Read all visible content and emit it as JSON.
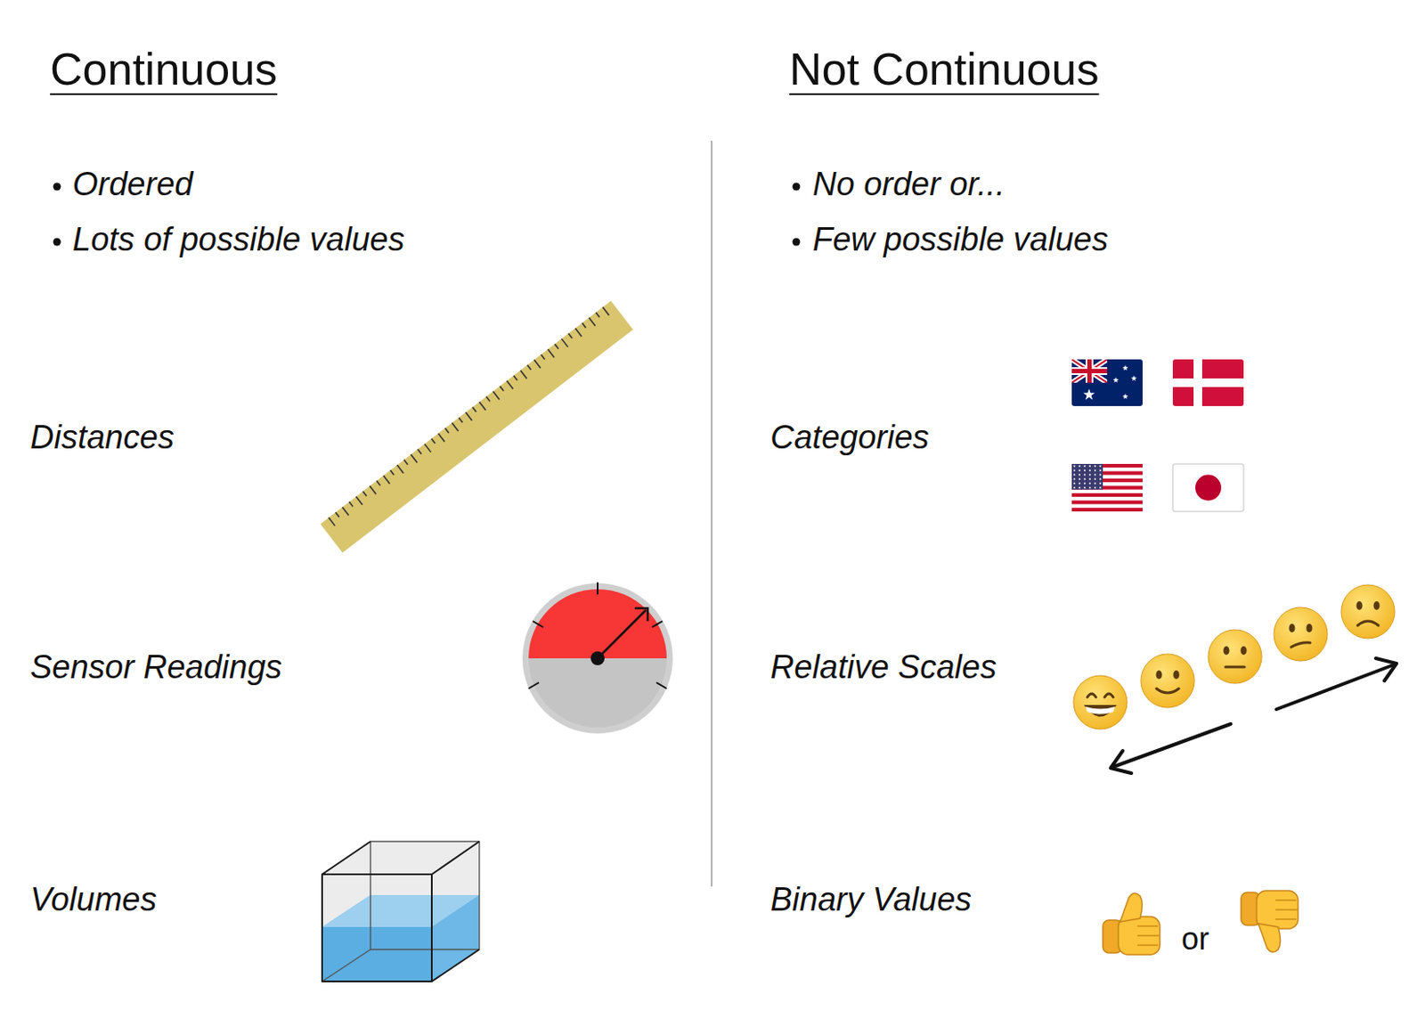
{
  "diagram": {
    "labels": [
      "Continuous",
      "Not Continuous",
      "Ordered",
      "Lots of possible values",
      "No order or...",
      "Few possible values",
      "Distances",
      "Sensor Readings",
      "Volumes",
      "Categories",
      "Relative Scales",
      "Binary Values",
      "or"
    ]
  }
}
